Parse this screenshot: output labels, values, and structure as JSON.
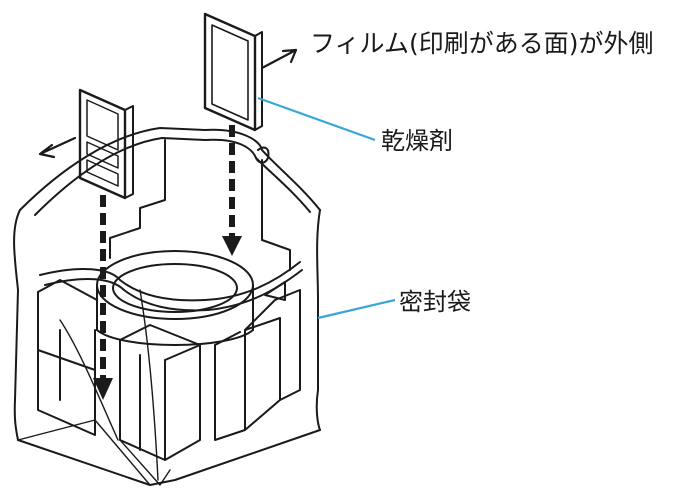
{
  "labels": {
    "film_orientation": "フィルム(印刷がある面)が外側",
    "desiccant": "乾燥剤",
    "sealed_bag": "密封袋"
  },
  "colors": {
    "line": "#1a1a1a",
    "leader": "#3aa6d6",
    "background": "#ffffff"
  }
}
